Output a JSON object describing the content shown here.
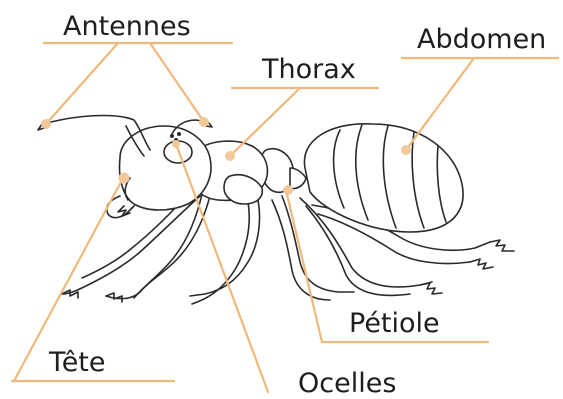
{
  "labels": {
    "antennes": "Antennes",
    "thorax": "Thorax",
    "abdomen": "Abdomen",
    "petiole": "Pétiole",
    "tete": "Tête",
    "ocelles": "Ocelles"
  },
  "colors": {
    "leader": "#f0b87a",
    "dot": "#f2c79a",
    "outline": "#2a2a2a",
    "label": "#1e1e1e"
  }
}
